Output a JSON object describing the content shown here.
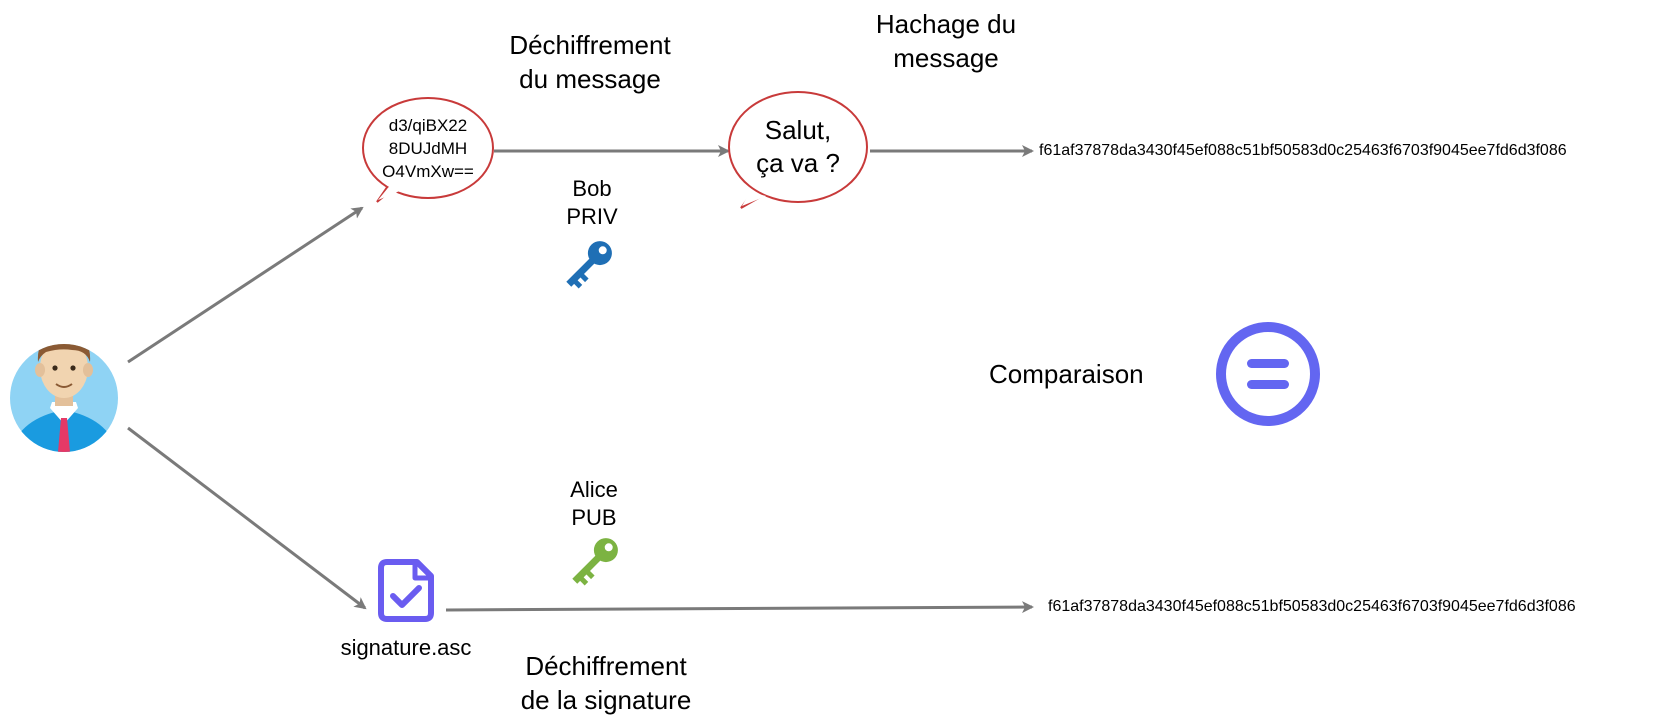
{
  "labels": {
    "decrypt_message": [
      "Déchiffrement",
      "du message"
    ],
    "hash_message": [
      "Hachage du",
      "message"
    ],
    "decrypt_signature": [
      "Déchiffrement",
      "de la signature"
    ],
    "comparison": "Comparaison"
  },
  "keys": {
    "bob_priv": {
      "lines": [
        "Bob",
        "PRIV"
      ],
      "color": "#1f6fb5",
      "icon": "key-icon"
    },
    "alice_pub": {
      "lines": [
        "Alice",
        "PUB"
      ],
      "color": "#7cb342",
      "icon": "key-icon"
    }
  },
  "bubbles": {
    "cipher": {
      "lines": [
        "d3/qiBX22",
        "8DUJdMH",
        "O4VmXw=="
      ],
      "border_color": "#c83a3a"
    },
    "plain": {
      "lines": [
        "Salut,",
        "ça va ?"
      ],
      "border_color": "#c83a3a"
    }
  },
  "hashes": {
    "message_hash": "f61af37878da3430f45ef088c51bf50583d0c25463f6703f9045ee7fd6d3f086",
    "signature_hash": "f61af37878da3430f45ef088c51bf50583d0c25463f6703f9045ee7fd6d3f086"
  },
  "file": {
    "name": "signature.asc",
    "icon": "file-check-icon",
    "color": "#6a5cf0"
  },
  "user": {
    "icon": "user-avatar-icon"
  },
  "equal": {
    "icon": "equals-icon",
    "color": "#6366f1"
  },
  "colors": {
    "arrow": "#7a7a7a"
  }
}
